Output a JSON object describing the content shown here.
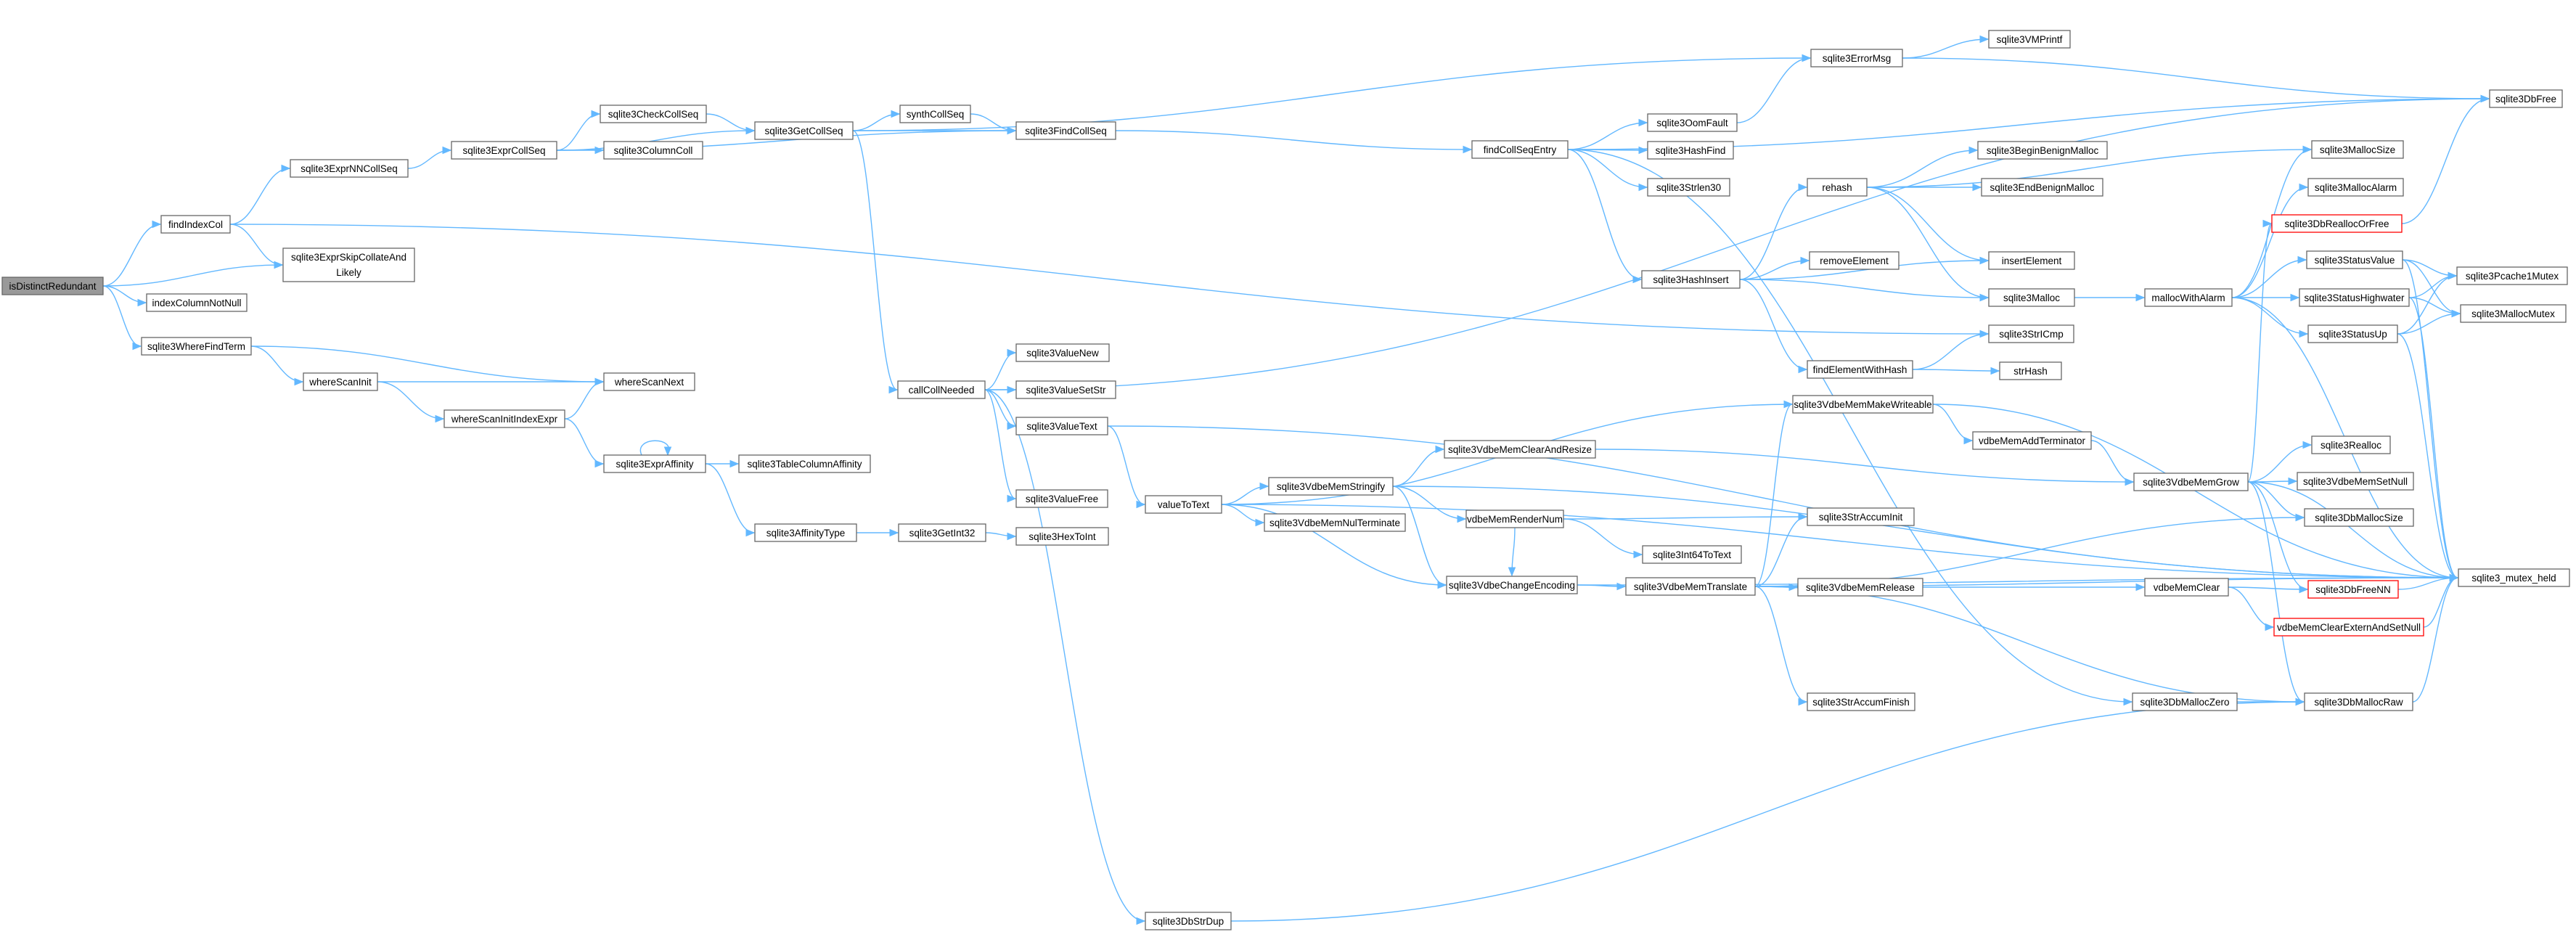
{
  "graph": {
    "edge_color": "#63b8ff",
    "node_border_color": "#666666",
    "root_fill": "#999999",
    "truncated_border_color": "#ff0000",
    "nodes": [
      {
        "id": "isDistinctRedundant",
        "label": "isDistinctRedundant",
        "root": true
      },
      {
        "id": "findIndexCol",
        "label": "findIndexCol"
      },
      {
        "id": "indexColumnNotNull",
        "label": "indexColumnNotNull"
      },
      {
        "id": "sqlite3WhereFindTerm",
        "label": "sqlite3WhereFindTerm"
      },
      {
        "id": "sqlite3ExprSkipCollateAndLikely",
        "label": "sqlite3ExprSkipCollateAnd",
        "label2": "Likely"
      },
      {
        "id": "sqlite3ExprNNCollSeq",
        "label": "sqlite3ExprNNCollSeq"
      },
      {
        "id": "sqlite3ExprCollSeq",
        "label": "sqlite3ExprCollSeq"
      },
      {
        "id": "sqlite3CheckCollSeq",
        "label": "sqlite3CheckCollSeq"
      },
      {
        "id": "sqlite3ColumnColl",
        "label": "sqlite3ColumnColl"
      },
      {
        "id": "sqlite3GetCollSeq",
        "label": "sqlite3GetCollSeq"
      },
      {
        "id": "synthCollSeq",
        "label": "synthCollSeq"
      },
      {
        "id": "sqlite3FindCollSeq",
        "label": "sqlite3FindCollSeq"
      },
      {
        "id": "whereScanInit",
        "label": "whereScanInit"
      },
      {
        "id": "whereScanNext",
        "label": "whereScanNext"
      },
      {
        "id": "whereScanInitIndexExpr",
        "label": "whereScanInitIndexExpr"
      },
      {
        "id": "sqlite3ExprAffinity",
        "label": "sqlite3ExprAffinity"
      },
      {
        "id": "sqlite3TableColumnAffinity",
        "label": "sqlite3TableColumnAffinity"
      },
      {
        "id": "sqlite3AffinityType",
        "label": "sqlite3AffinityType"
      },
      {
        "id": "sqlite3GetInt32",
        "label": "sqlite3GetInt32"
      },
      {
        "id": "sqlite3HexToInt",
        "label": "sqlite3HexToInt"
      },
      {
        "id": "callCollNeeded",
        "label": "callCollNeeded"
      },
      {
        "id": "sqlite3ValueNew",
        "label": "sqlite3ValueNew"
      },
      {
        "id": "sqlite3ValueSetStr",
        "label": "sqlite3ValueSetStr"
      },
      {
        "id": "sqlite3ValueText",
        "label": "sqlite3ValueText"
      },
      {
        "id": "sqlite3ValueFree",
        "label": "sqlite3ValueFree"
      },
      {
        "id": "sqlite3DbStrDup",
        "label": "sqlite3DbStrDup"
      },
      {
        "id": "valueToText",
        "label": "valueToText"
      },
      {
        "id": "sqlite3VdbeMemStringify",
        "label": "sqlite3VdbeMemStringify"
      },
      {
        "id": "sqlite3VdbeMemNulTerminate",
        "label": "sqlite3VdbeMemNulTerminate"
      },
      {
        "id": "sqlite3VdbeChangeEncoding",
        "label": "sqlite3VdbeChangeEncoding"
      },
      {
        "id": "sqlite3VdbeMemClearAndResize",
        "label": "sqlite3VdbeMemClearAndResize"
      },
      {
        "id": "vdbeMemRenderNum",
        "label": "vdbeMemRenderNum"
      },
      {
        "id": "findCollSeqEntry",
        "label": "findCollSeqEntry"
      },
      {
        "id": "sqlite3OomFault",
        "label": "sqlite3OomFault"
      },
      {
        "id": "sqlite3HashFind",
        "label": "sqlite3HashFind"
      },
      {
        "id": "sqlite3Strlen30",
        "label": "sqlite3Strlen30"
      },
      {
        "id": "sqlite3HashInsert",
        "label": "sqlite3HashInsert"
      },
      {
        "id": "sqlite3ErrorMsg",
        "label": "sqlite3ErrorMsg"
      },
      {
        "id": "sqlite3VMPrintf",
        "label": "sqlite3VMPrintf"
      },
      {
        "id": "sqlite3DbFree",
        "label": "sqlite3DbFree"
      },
      {
        "id": "rehash",
        "label": "rehash"
      },
      {
        "id": "sqlite3BeginBenignMalloc",
        "label": "sqlite3BeginBenignMalloc"
      },
      {
        "id": "sqlite3EndBenignMalloc",
        "label": "sqlite3EndBenignMalloc"
      },
      {
        "id": "removeElement",
        "label": "removeElement"
      },
      {
        "id": "insertElement",
        "label": "insertElement"
      },
      {
        "id": "sqlite3Malloc",
        "label": "sqlite3Malloc"
      },
      {
        "id": "sqlite3StrICmp",
        "label": "sqlite3StrICmp"
      },
      {
        "id": "findElementWithHash",
        "label": "findElementWithHash"
      },
      {
        "id": "strHash",
        "label": "strHash"
      },
      {
        "id": "sqlite3VdbeMemMakeWriteable",
        "label": "sqlite3VdbeMemMakeWriteable"
      },
      {
        "id": "vdbeMemAddTerminator",
        "label": "vdbeMemAddTerminator"
      },
      {
        "id": "sqlite3Int64ToText",
        "label": "sqlite3Int64ToText"
      },
      {
        "id": "sqlite3StrAccumInit",
        "label": "sqlite3StrAccumInit"
      },
      {
        "id": "sqlite3VdbeMemTranslate",
        "label": "sqlite3VdbeMemTranslate"
      },
      {
        "id": "sqlite3VdbeMemRelease",
        "label": "sqlite3VdbeMemRelease"
      },
      {
        "id": "sqlite3StrAccumFinish",
        "label": "sqlite3StrAccumFinish"
      },
      {
        "id": "sqlite3DbMallocZero",
        "label": "sqlite3DbMallocZero"
      },
      {
        "id": "mallocWithAlarm",
        "label": "mallocWithAlarm"
      },
      {
        "id": "sqlite3VdbeMemGrow",
        "label": "sqlite3VdbeMemGrow"
      },
      {
        "id": "vdbeMemClear",
        "label": "vdbeMemClear"
      },
      {
        "id": "sqlite3MallocSize",
        "label": "sqlite3MallocSize"
      },
      {
        "id": "sqlite3MallocAlarm",
        "label": "sqlite3MallocAlarm"
      },
      {
        "id": "sqlite3DbReallocOrFree",
        "label": "sqlite3DbReallocOrFree",
        "red": true
      },
      {
        "id": "sqlite3StatusValue",
        "label": "sqlite3StatusValue"
      },
      {
        "id": "sqlite3StatusHighwater",
        "label": "sqlite3StatusHighwater"
      },
      {
        "id": "sqlite3StatusUp",
        "label": "sqlite3StatusUp"
      },
      {
        "id": "sqlite3Realloc",
        "label": "sqlite3Realloc"
      },
      {
        "id": "sqlite3VdbeMemSetNull",
        "label": "sqlite3VdbeMemSetNull"
      },
      {
        "id": "sqlite3DbMallocSize",
        "label": "sqlite3DbMallocSize"
      },
      {
        "id": "sqlite3DbFreeNN",
        "label": "sqlite3DbFreeNN",
        "red": true
      },
      {
        "id": "vdbeMemClearExternAndSetNull",
        "label": "vdbeMemClearExternAndSetNull",
        "red": true
      },
      {
        "id": "sqlite3DbMallocRaw",
        "label": "sqlite3DbMallocRaw"
      },
      {
        "id": "sqlite3Pcache1Mutex",
        "label": "sqlite3Pcache1Mutex"
      },
      {
        "id": "sqlite3MallocMutex",
        "label": "sqlite3MallocMutex"
      },
      {
        "id": "sqlite3_mutex_held",
        "label": "sqlite3_mutex_held"
      }
    ],
    "edges": [
      [
        "isDistinctRedundant",
        "findIndexCol"
      ],
      [
        "isDistinctRedundant",
        "indexColumnNotNull"
      ],
      [
        "isDistinctRedundant",
        "sqlite3WhereFindTerm"
      ],
      [
        "isDistinctRedundant",
        "sqlite3ExprSkipCollateAndLikely"
      ],
      [
        "findIndexCol",
        "sqlite3ExprNNCollSeq"
      ],
      [
        "findIndexCol",
        "sqlite3ExprSkipCollateAndLikely"
      ],
      [
        "findIndexCol",
        "sqlite3StrICmp"
      ],
      [
        "sqlite3ExprNNCollSeq",
        "sqlite3ExprCollSeq"
      ],
      [
        "sqlite3ExprCollSeq",
        "sqlite3CheckCollSeq"
      ],
      [
        "sqlite3ExprCollSeq",
        "sqlite3ColumnColl"
      ],
      [
        "sqlite3ExprCollSeq",
        "sqlite3GetCollSeq"
      ],
      [
        "sqlite3ExprCollSeq",
        "sqlite3FindCollSeq"
      ],
      [
        "sqlite3CheckCollSeq",
        "sqlite3GetCollSeq"
      ],
      [
        "sqlite3GetCollSeq",
        "synthCollSeq"
      ],
      [
        "sqlite3GetCollSeq",
        "sqlite3FindCollSeq"
      ],
      [
        "sqlite3GetCollSeq",
        "callCollNeeded"
      ],
      [
        "sqlite3GetCollSeq",
        "sqlite3ErrorMsg"
      ],
      [
        "synthCollSeq",
        "sqlite3FindCollSeq"
      ],
      [
        "sqlite3FindCollSeq",
        "findCollSeqEntry"
      ],
      [
        "sqlite3WhereFindTerm",
        "whereScanInit"
      ],
      [
        "sqlite3WhereFindTerm",
        "whereScanNext"
      ],
      [
        "whereScanInit",
        "whereScanNext"
      ],
      [
        "whereScanInit",
        "whereScanInitIndexExpr"
      ],
      [
        "whereScanInitIndexExpr",
        "whereScanNext"
      ],
      [
        "whereScanInitIndexExpr",
        "sqlite3ExprAffinity"
      ],
      [
        "sqlite3ExprAffinity",
        "sqlite3ExprAffinity"
      ],
      [
        "sqlite3ExprAffinity",
        "sqlite3TableColumnAffinity"
      ],
      [
        "sqlite3ExprAffinity",
        "sqlite3AffinityType"
      ],
      [
        "sqlite3AffinityType",
        "sqlite3GetInt32"
      ],
      [
        "sqlite3GetInt32",
        "sqlite3HexToInt"
      ],
      [
        "callCollNeeded",
        "sqlite3ValueNew"
      ],
      [
        "callCollNeeded",
        "sqlite3ValueSetStr"
      ],
      [
        "callCollNeeded",
        "sqlite3ValueText"
      ],
      [
        "callCollNeeded",
        "sqlite3ValueFree"
      ],
      [
        "callCollNeeded",
        "sqlite3DbStrDup"
      ],
      [
        "callCollNeeded",
        "sqlite3DbFree"
      ],
      [
        "sqlite3ValueText",
        "valueToText"
      ],
      [
        "sqlite3ValueText",
        "sqlite3_mutex_held"
      ],
      [
        "valueToText",
        "sqlite3VdbeMemStringify"
      ],
      [
        "valueToText",
        "sqlite3VdbeMemNulTerminate"
      ],
      [
        "valueToText",
        "sqlite3VdbeChangeEncoding"
      ],
      [
        "valueToText",
        "sqlite3VdbeMemMakeWriteable"
      ],
      [
        "valueToText",
        "sqlite3_mutex_held"
      ],
      [
        "sqlite3VdbeMemStringify",
        "sqlite3VdbeMemClearAndResize"
      ],
      [
        "sqlite3VdbeMemStringify",
        "vdbeMemRenderNum"
      ],
      [
        "sqlite3VdbeMemStringify",
        "sqlite3VdbeChangeEncoding"
      ],
      [
        "sqlite3VdbeMemStringify",
        "sqlite3_mutex_held"
      ],
      [
        "sqlite3VdbeMemClearAndResize",
        "sqlite3VdbeMemGrow"
      ],
      [
        "vdbeMemRenderNum",
        "sqlite3Int64ToText"
      ],
      [
        "vdbeMemRenderNum",
        "sqlite3StrAccumInit"
      ],
      [
        "vdbeMemRenderNum",
        "sqlite3VdbeChangeEncoding"
      ],
      [
        "sqlite3VdbeChangeEncoding",
        "sqlite3VdbeMemTranslate"
      ],
      [
        "sqlite3VdbeChangeEncoding",
        "sqlite3_mutex_held"
      ],
      [
        "sqlite3VdbeMemTranslate",
        "sqlite3VdbeMemMakeWriteable"
      ],
      [
        "sqlite3VdbeMemTranslate",
        "sqlite3StrAccumInit"
      ],
      [
        "sqlite3VdbeMemTranslate",
        "sqlite3VdbeMemRelease"
      ],
      [
        "sqlite3VdbeMemTranslate",
        "sqlite3StrAccumFinish"
      ],
      [
        "sqlite3VdbeMemTranslate",
        "sqlite3DbMallocRaw"
      ],
      [
        "sqlite3VdbeMemTranslate",
        "sqlite3DbMallocSize"
      ],
      [
        "sqlite3VdbeMemTranslate",
        "sqlite3_mutex_held"
      ],
      [
        "sqlite3VdbeMemRelease",
        "vdbeMemClear"
      ],
      [
        "vdbeMemClear",
        "sqlite3DbFreeNN"
      ],
      [
        "vdbeMemClear",
        "vdbeMemClearExternAndSetNull"
      ],
      [
        "sqlite3DbStrDup",
        "sqlite3DbMallocRaw"
      ],
      [
        "sqlite3DbMallocZero",
        "sqlite3DbMallocRaw"
      ],
      [
        "findCollSeqEntry",
        "sqlite3OomFault"
      ],
      [
        "findCollSeqEntry",
        "sqlite3HashFind"
      ],
      [
        "findCollSeqEntry",
        "sqlite3Strlen30"
      ],
      [
        "findCollSeqEntry",
        "sqlite3HashInsert"
      ],
      [
        "findCollSeqEntry",
        "sqlite3DbFree"
      ],
      [
        "findCollSeqEntry",
        "sqlite3DbMallocZero"
      ],
      [
        "sqlite3OomFault",
        "sqlite3ErrorMsg"
      ],
      [
        "sqlite3ErrorMsg",
        "sqlite3VMPrintf"
      ],
      [
        "sqlite3ErrorMsg",
        "sqlite3DbFree"
      ],
      [
        "sqlite3HashInsert",
        "rehash"
      ],
      [
        "sqlite3HashInsert",
        "removeElement"
      ],
      [
        "sqlite3HashInsert",
        "insertElement"
      ],
      [
        "sqlite3HashInsert",
        "sqlite3Malloc"
      ],
      [
        "sqlite3HashInsert",
        "findElementWithHash"
      ],
      [
        "rehash",
        "sqlite3BeginBenignMalloc"
      ],
      [
        "rehash",
        "sqlite3EndBenignMalloc"
      ],
      [
        "rehash",
        "insertElement"
      ],
      [
        "rehash",
        "sqlite3Malloc"
      ],
      [
        "rehash",
        "sqlite3MallocSize"
      ],
      [
        "findElementWithHash",
        "sqlite3StrICmp"
      ],
      [
        "findElementWithHash",
        "strHash"
      ],
      [
        "sqlite3Malloc",
        "mallocWithAlarm"
      ],
      [
        "mallocWithAlarm",
        "sqlite3MallocSize"
      ],
      [
        "mallocWithAlarm",
        "sqlite3MallocAlarm"
      ],
      [
        "mallocWithAlarm",
        "sqlite3StatusValue"
      ],
      [
        "mallocWithAlarm",
        "sqlite3StatusHighwater"
      ],
      [
        "mallocWithAlarm",
        "sqlite3StatusUp"
      ],
      [
        "mallocWithAlarm",
        "sqlite3_mutex_held"
      ],
      [
        "sqlite3VdbeMemMakeWriteable",
        "vdbeMemAddTerminator"
      ],
      [
        "sqlite3VdbeMemMakeWriteable",
        "sqlite3_mutex_held"
      ],
      [
        "vdbeMemAddTerminator",
        "sqlite3VdbeMemGrow"
      ],
      [
        "sqlite3VdbeMemGrow",
        "sqlite3DbReallocOrFree"
      ],
      [
        "sqlite3VdbeMemGrow",
        "sqlite3Realloc"
      ],
      [
        "sqlite3VdbeMemGrow",
        "sqlite3VdbeMemSetNull"
      ],
      [
        "sqlite3VdbeMemGrow",
        "sqlite3DbMallocSize"
      ],
      [
        "sqlite3VdbeMemGrow",
        "sqlite3DbFreeNN"
      ],
      [
        "sqlite3VdbeMemGrow",
        "sqlite3DbMallocRaw"
      ],
      [
        "sqlite3VdbeMemGrow",
        "sqlite3_mutex_held"
      ],
      [
        "sqlite3DbReallocOrFree",
        "sqlite3DbFree"
      ],
      [
        "sqlite3StatusValue",
        "sqlite3Pcache1Mutex"
      ],
      [
        "sqlite3StatusValue",
        "sqlite3MallocMutex"
      ],
      [
        "sqlite3StatusValue",
        "sqlite3_mutex_held"
      ],
      [
        "sqlite3StatusHighwater",
        "sqlite3Pcache1Mutex"
      ],
      [
        "sqlite3StatusHighwater",
        "sqlite3MallocMutex"
      ],
      [
        "sqlite3StatusHighwater",
        "sqlite3_mutex_held"
      ],
      [
        "sqlite3StatusUp",
        "sqlite3Pcache1Mutex"
      ],
      [
        "sqlite3StatusUp",
        "sqlite3MallocMutex"
      ],
      [
        "sqlite3StatusUp",
        "sqlite3_mutex_held"
      ],
      [
        "sqlite3DbFreeNN",
        "sqlite3_mutex_held"
      ],
      [
        "vdbeMemClearExternAndSetNull",
        "sqlite3_mutex_held"
      ],
      [
        "sqlite3DbMallocRaw",
        "sqlite3_mutex_held"
      ]
    ]
  }
}
